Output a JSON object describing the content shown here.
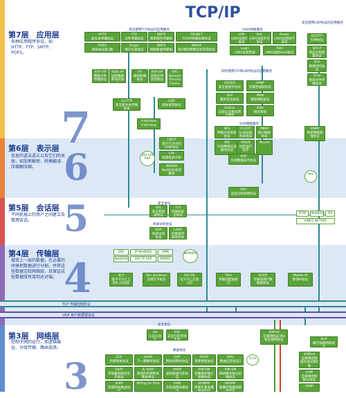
{
  "title": "TCP/IP",
  "layers": [
    {
      "title": "第7层　应用层",
      "desc": "各种应用程序协议，如HTTP、FTP、SMTP、POP3。",
      "numeral": "7"
    },
    {
      "title": "第6层　表示层",
      "desc": "信息的语法语义以及它们的关联，如加密解密、转换翻译、压缩解压缩。",
      "numeral": "6"
    },
    {
      "title": "第5层　会话层",
      "desc": "不同机器上的用户之间建立及管理会话。",
      "numeral": "5"
    },
    {
      "title": "第4层　传输层",
      "desc": "接受上一层的数据，在必要的时候把数据进行分割，并将这些数据交给网络层，且保证这些数据段有效到达对端。",
      "numeral": "4"
    },
    {
      "title": "第3层　网络层",
      "desc": "控制子网的运行，如逻辑编址、分组传输、路由选择。",
      "numeral": "3"
    }
  ],
  "headers": {
    "tcp_apps": "常见使用TCP协议的应用服务",
    "unix_apps": "UNIX网络服务",
    "udp_apps": "常见使用UDP协议的应用服务",
    "tcp_udp_apps": "同时使用TCP和UDP协议的应用服务",
    "sun_apps": "SUN网络服务",
    "security": "安全协议",
    "directory": "目录访问协议",
    "security3": "安全协议",
    "routing": "路由协议"
  },
  "stripes": {
    "tcp": "TCP 传输控制协议",
    "udp": "UDP 用户数据报协议"
  },
  "boxes": {
    "http": "HTTP\n超文本传输协议",
    "ftp": "FTP\n文件传输协议",
    "smtp": "SMTP\n简单邮件传输协议",
    "telnet": "TELNET\nTCP/IP终端仿真协议",
    "pop3": "POP3\n邮局协议第3版",
    "finger": "Finger\n用户信息协议",
    "nntp": "NNTP\n网络新闻传输协议",
    "imap4": "IMAP4\n第4版因特网信息存取协议",
    "lpr": "LPR\nUNIX远程打印协议",
    "rsh": "Rsh\nUNIX远程外壳协议",
    "rexec": "Rexec\nUNIX远程执行协议",
    "login": "Login\nUNIX远程登录",
    "rsh2": "RSH\nUNIX远程Shell协议",
    "bootp": "BOOTP\n引导协议",
    "dhcp": "DHCP\n动态主机配置协议",
    "ntp": "NTP\n网络时间协议",
    "tftp": "TFTP\n简单文件传输协议",
    "ntphp": "NTP HP\n网络文件传输协议",
    "rdahp": "RDA HP\n远程数据库访问协议",
    "vt": "VT\n虚拟终端协议",
    "rfa": "RFA HP\n远程文件访问协议",
    "rpc_proc": "RPC\nRemote\nProcess\nComm.",
    "socks": "SOCKS\n安全套接字协议",
    "fanp": "FANP\n流属性通知协议",
    "slp": "SLP\n服务定位协议",
    "msn": "MSN\n微软网络协议",
    "radius": "Radius\n远程认证拨号用户服务",
    "dns": "DNS\n域名系统",
    "shttp": "S-HTTP\n安全超文本传输协议",
    "gdp": "GDP\n网关发现协议",
    "xwindow": "X-Window\nX-Window",
    "nfs": "NFS\n网络文件系统协议",
    "rstat": "R-STAT\nSUN远程状态协议",
    "pmap": "PMAP\n端口映射协议",
    "nis": "NIS\nSUN网络信息服务协议",
    "msun": "MSUN\n远程运行程序",
    "mount": "Mount",
    "snmp": "SNMP\n简单网络管理协议",
    "cmot": "CMOT\n基于TCP/IP的CMIP协议",
    "lpp": "LPP\n轻量级表示协议",
    "xdp": "XDP\n外部数据表示协议",
    "nbssn": "NBSSN\nNetBIOS会话服务",
    "rpc": "RPC\n远程过程调用协议",
    "ssl": "SSL\n安全套接层协议",
    "tls": "TLS\n传输层安全协议",
    "dap": "DAP\n目录访问协议",
    "ldap": "LDAP\n轻量级目录访问协议",
    "xot": "XOT\n基于TCP之上的X.25协议",
    "vj": "Van Jacobson\n压缩TCP协议",
    "isode": "ISO-DE\n在TCP上实现ISO",
    "tali": "TALI\n传输适配层接口",
    "rudp": "RUDP\n可靠的用户数据报协议",
    "mobileip": "Mobile IP\n移动IP协议",
    "ah": "AH\n认证头协议",
    "esp": "ESP\n安全封装有效负载",
    "egp": "EGP\n外部网关协议",
    "hhrp": "HHRP\n下一跳解析协议",
    "ggp": "GGP\n网关到网关协议",
    "rsvp": "RSVP\n资源预留协议",
    "rip2": "RIP2\n路由信息协议2",
    "ospf": "OSPF\n开放最短路径优先协议",
    "igrp_e": "IE-IGRP\n增强的内部网关路由协议",
    "vrrp": "VRRP\n虚拟路由冗余协议",
    "pimdm": "PIM-DM\n密集模式独立组播协议",
    "pimsm": "PIM-SM\n稀疏模式独立组播协议",
    "igrp": "IGRP\n内部网关路由协议",
    "irping": "IRPing for IPv6",
    "pgm": "PGM\n实际通用多播协议",
    "dvmrp": "DVMRP\n距离矢量多播路由协议",
    "mospf": "MOSPF\n组播开放最短路径优先",
    "ipv4": "IP/IPv6\n互联网协议/第6版互联网协议",
    "slip": "SLIP\n串行线路网际协议",
    "icmpv6": "ICMPv6\n互联网控制报文协议第6版",
    "icmp": "ICMP\n互联网控制报文协议",
    "igmp": "IGMP"
  },
  "white_boxes": {
    "dsi": "DSI",
    "ipnetbios": "IP NetBIOS",
    "smb": "SMB",
    "netbios": "NetBIOS",
    "isotp": "ISO-TP SSP",
    "msrpc": "MSRPC",
    "vfrp": "VFRP",
    "netbios2": "NetBIOS",
    "ipx": "IPX",
    "vines": "VINES NETRPC"
  },
  "circles": {
    "decnet": "DECnet\nRSP",
    "netbios_c": "NetBIOS",
    "ipx_c": "IPX",
    "x25": "X.25"
  }
}
